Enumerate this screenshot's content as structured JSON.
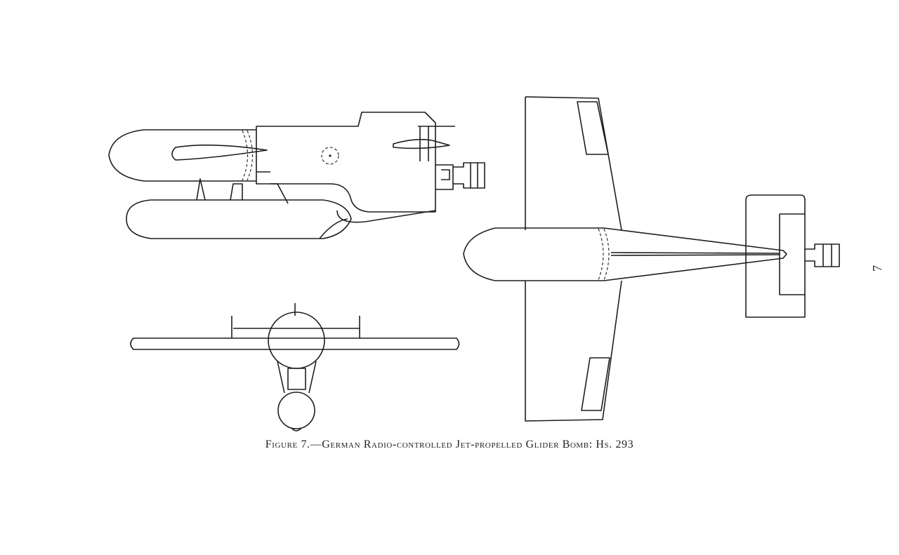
{
  "figure": {
    "caption": "Figure 7.—German Radio-controlled Jet-propelled Glider Bomb: Hs. 293",
    "page_number": "7",
    "views": [
      "side-view",
      "top-view",
      "front-view"
    ]
  }
}
